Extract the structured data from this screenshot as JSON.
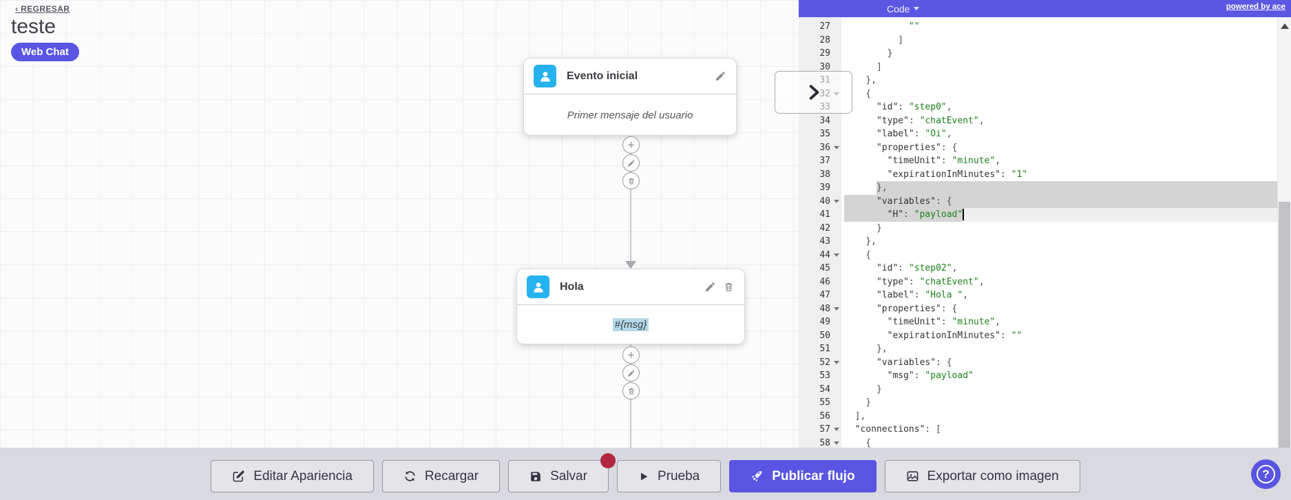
{
  "colors": {
    "accent": "#5a55e2",
    "node_icon": "#25b2ef",
    "string_green": "#1a7f1a",
    "selection": "#d4d4d4",
    "badge_dot": "#b0273f"
  },
  "header": {
    "back_label": "‹ REGRESAR",
    "title": "teste",
    "channel_badge": "Web Chat"
  },
  "nodes": [
    {
      "title": "Evento inicial",
      "body": "Primer mensaje del usuario",
      "actions": [
        "edit"
      ]
    },
    {
      "title": "Hola",
      "body": "#{msg}",
      "actions": [
        "edit",
        "delete"
      ]
    }
  ],
  "connector_actions": [
    "add",
    "edit",
    "delete"
  ],
  "editor": {
    "menu_label": "Code",
    "powered_by": "powered by ace",
    "fold_lines": [
      32,
      36,
      40,
      44,
      48,
      52,
      57,
      58
    ],
    "selection": {
      "lines": [
        39,
        40,
        41
      ],
      "active_line": 41,
      "cursor_line": 41,
      "cursor_col": 22
    },
    "lines": [
      {
        "n": 27,
        "parts": [
          [
            "p",
            "            "
          ],
          [
            "v",
            "\"\""
          ]
        ]
      },
      {
        "n": 28,
        "parts": [
          [
            "p",
            "          ]"
          ]
        ]
      },
      {
        "n": 29,
        "parts": [
          [
            "p",
            "        }"
          ]
        ]
      },
      {
        "n": 30,
        "parts": [
          [
            "p",
            "      ]"
          ]
        ]
      },
      {
        "n": 31,
        "parts": [
          [
            "p",
            "    },"
          ]
        ]
      },
      {
        "n": 32,
        "parts": [
          [
            "p",
            "    {"
          ]
        ]
      },
      {
        "n": 33,
        "parts": [
          [
            "p",
            "      "
          ],
          [
            "k",
            "\"id\""
          ],
          [
            "p",
            ": "
          ],
          [
            "v",
            "\"step0\""
          ],
          [
            "p",
            ","
          ]
        ]
      },
      {
        "n": 34,
        "parts": [
          [
            "p",
            "      "
          ],
          [
            "k",
            "\"type\""
          ],
          [
            "p",
            ": "
          ],
          [
            "v",
            "\"chatEvent\""
          ],
          [
            "p",
            ","
          ]
        ]
      },
      {
        "n": 35,
        "parts": [
          [
            "p",
            "      "
          ],
          [
            "k",
            "\"label\""
          ],
          [
            "p",
            ": "
          ],
          [
            "v",
            "\"Oi\""
          ],
          [
            "p",
            ","
          ]
        ]
      },
      {
        "n": 36,
        "parts": [
          [
            "p",
            "      "
          ],
          [
            "k",
            "\"properties\""
          ],
          [
            "p",
            ": {"
          ]
        ]
      },
      {
        "n": 37,
        "parts": [
          [
            "p",
            "        "
          ],
          [
            "k",
            "\"timeUnit\""
          ],
          [
            "p",
            ": "
          ],
          [
            "v",
            "\"minute\""
          ],
          [
            "p",
            ","
          ]
        ]
      },
      {
        "n": 38,
        "parts": [
          [
            "p",
            "        "
          ],
          [
            "k",
            "\"expirationInMinutes\""
          ],
          [
            "p",
            ": "
          ],
          [
            "v",
            "\"1\""
          ]
        ]
      },
      {
        "n": 39,
        "parts": [
          [
            "p",
            "      },"
          ]
        ],
        "sel": {
          "start": 6,
          "end": "edge"
        }
      },
      {
        "n": 40,
        "parts": [
          [
            "p",
            "      "
          ],
          [
            "k",
            "\"variables\""
          ],
          [
            "p",
            ": {"
          ]
        ],
        "sel": {
          "start": 0,
          "end": "edge"
        }
      },
      {
        "n": 41,
        "parts": [
          [
            "p",
            "        "
          ],
          [
            "k",
            "\"H\""
          ],
          [
            "p",
            ": "
          ],
          [
            "v",
            "\"payload\""
          ]
        ],
        "sel": {
          "start": 0,
          "end": 22
        },
        "cursor": 22,
        "active": true
      },
      {
        "n": 42,
        "parts": [
          [
            "p",
            "      }"
          ]
        ]
      },
      {
        "n": 43,
        "parts": [
          [
            "p",
            "    },"
          ]
        ]
      },
      {
        "n": 44,
        "parts": [
          [
            "p",
            "    {"
          ]
        ]
      },
      {
        "n": 45,
        "parts": [
          [
            "p",
            "      "
          ],
          [
            "k",
            "\"id\""
          ],
          [
            "p",
            ": "
          ],
          [
            "v",
            "\"step02\""
          ],
          [
            "p",
            ","
          ]
        ]
      },
      {
        "n": 46,
        "parts": [
          [
            "p",
            "      "
          ],
          [
            "k",
            "\"type\""
          ],
          [
            "p",
            ": "
          ],
          [
            "v",
            "\"chatEvent\""
          ],
          [
            "p",
            ","
          ]
        ]
      },
      {
        "n": 47,
        "parts": [
          [
            "p",
            "      "
          ],
          [
            "k",
            "\"label\""
          ],
          [
            "p",
            ": "
          ],
          [
            "v",
            "\"Hola \""
          ],
          [
            "p",
            ","
          ]
        ]
      },
      {
        "n": 48,
        "parts": [
          [
            "p",
            "      "
          ],
          [
            "k",
            "\"properties\""
          ],
          [
            "p",
            ": {"
          ]
        ]
      },
      {
        "n": 49,
        "parts": [
          [
            "p",
            "        "
          ],
          [
            "k",
            "\"timeUnit\""
          ],
          [
            "p",
            ": "
          ],
          [
            "v",
            "\"minute\""
          ],
          [
            "p",
            ","
          ]
        ]
      },
      {
        "n": 50,
        "parts": [
          [
            "p",
            "        "
          ],
          [
            "k",
            "\"expirationInMinutes\""
          ],
          [
            "p",
            ": "
          ],
          [
            "v",
            "\"\""
          ]
        ]
      },
      {
        "n": 51,
        "parts": [
          [
            "p",
            "      },"
          ]
        ]
      },
      {
        "n": 52,
        "parts": [
          [
            "p",
            "      "
          ],
          [
            "k",
            "\"variables\""
          ],
          [
            "p",
            ": {"
          ]
        ]
      },
      {
        "n": 53,
        "parts": [
          [
            "p",
            "        "
          ],
          [
            "k",
            "\"msg\""
          ],
          [
            "p",
            ": "
          ],
          [
            "v",
            "\"payload\""
          ]
        ]
      },
      {
        "n": 54,
        "parts": [
          [
            "p",
            "      }"
          ]
        ]
      },
      {
        "n": 55,
        "parts": [
          [
            "p",
            "    }"
          ]
        ]
      },
      {
        "n": 56,
        "parts": [
          [
            "p",
            "  ],"
          ]
        ]
      },
      {
        "n": 57,
        "parts": [
          [
            "p",
            "  "
          ],
          [
            "k",
            "\"connections\""
          ],
          [
            "p",
            ": ["
          ]
        ]
      },
      {
        "n": 58,
        "parts": [
          [
            "p",
            "    {"
          ]
        ]
      }
    ]
  },
  "toolbar": {
    "buttons": [
      {
        "label": "Editar Apariencia",
        "icon": "edit-square-icon",
        "style": "default",
        "badge": false
      },
      {
        "label": "Recargar",
        "icon": "refresh-icon",
        "style": "default",
        "badge": false
      },
      {
        "label": "Salvar",
        "icon": "save-icon",
        "style": "default",
        "badge": true
      },
      {
        "label": "Prueba",
        "icon": "play-icon",
        "style": "default",
        "badge": false
      },
      {
        "label": "Publicar flujo",
        "icon": "rocket-icon",
        "style": "primary",
        "badge": false
      },
      {
        "label": "Exportar como imagen",
        "icon": "image-icon",
        "style": "default",
        "badge": false
      }
    ]
  },
  "help": {
    "label": "?"
  }
}
